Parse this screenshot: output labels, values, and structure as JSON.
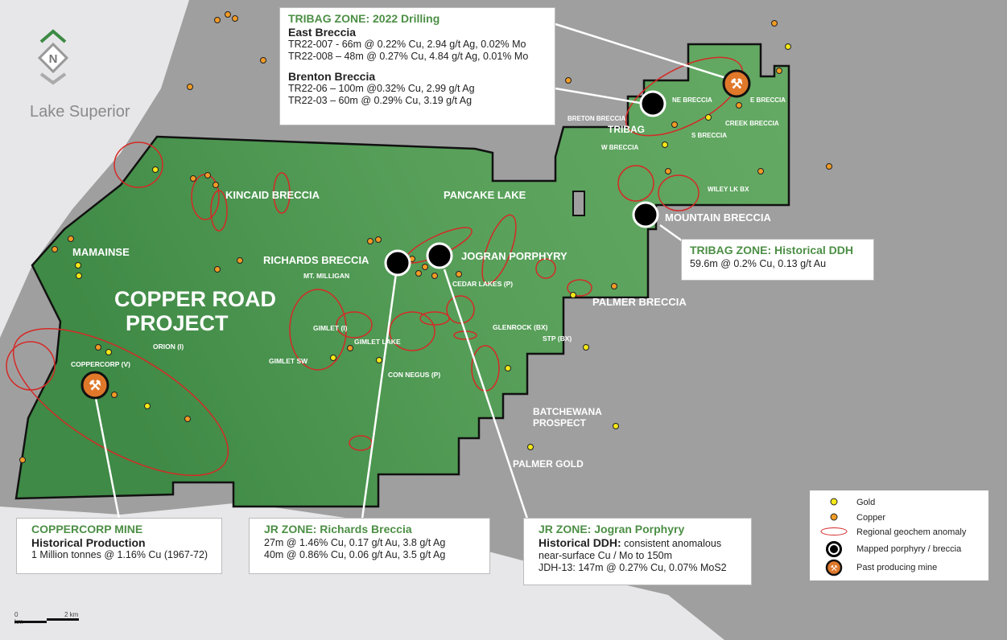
{
  "water_label": "Lake Superior",
  "north_label": "N",
  "project_title": [
    "COPPER ROAD",
    "PROJECT"
  ],
  "map_labels": {
    "kincaid": "KINCAID BRECCIA",
    "pancake": "PANCAKE LAKE",
    "mamainse": "MAMAINSE",
    "richards": "RICHARDS BRECCIA",
    "milligan": "MT. MILLIGAN",
    "jogran": "JOGRAN PORPHYRY",
    "cedar": "CEDAR LAKES (P)",
    "mountain": "MOUNTAIN BRECCIA",
    "palmer_b": "PALMER BRECCIA",
    "orion": "ORION (I)",
    "gimlet_i": "GIMLET (I)",
    "gimlet_sw": "GIMLET SW",
    "gimlet_lake": "GIMLET LAKE",
    "glenrock": "GLENROCK (BX)",
    "stp": "STP (BX)",
    "con_negus": "CON NEGUS (P)",
    "coppercorp": "COPPERCORP (V)",
    "batchewana": "BATCHEWANA",
    "prospect": "PROSPECT",
    "palmer_gold": "PALMER GOLD",
    "ne_breccia": "NE BRECCIA",
    "e_breccia": "E BRECCIA",
    "breton": "BRETON BRECCIA",
    "tribag": "TRIBAG",
    "creek": "CREEK BRECCIA",
    "s_breccia": "S BRECCIA",
    "w_breccia": "W BRECCIA",
    "wiley": "WILEY LK BX"
  },
  "callouts": {
    "tribag2022": {
      "title": "TRIBAG ZONE: 2022 Drilling",
      "h1": "East Breccia",
      "l1": "TR22-007 - 66m @ 0.22% Cu, 2.94 g/t Ag, 0.02% Mo",
      "l2": "TR22-008 – 48m @ 0.27% Cu, 4.84 g/t Ag, 0.01% Mo",
      "h2": "Brenton Breccia",
      "l3": "TR22-06 – 100m @0.32% Cu, 2.99 g/t Ag",
      "l4": "TR22-03 – 60m @ 0.29% Cu, 3.19 g/t Ag"
    },
    "tribag_hist": {
      "title": "TRIBAG ZONE: Historical DDH",
      "l1": "59.6m @ 0.2% Cu, 0.13 g/t Au"
    },
    "coppercorp": {
      "title": "COPPERCORP MINE",
      "h1": "Historical Production",
      "l1": "1 Million tonnes @ 1.16% Cu (1967-72)"
    },
    "richards": {
      "title": "JR ZONE: Richards Breccia",
      "l1": "27m @ 1.46% Cu, 0.17 g/t Au, 3.8 g/t Ag",
      "l2": "40m @ 0.86% Cu, 0.06 g/t Au, 3.5 g/t Ag"
    },
    "jogran": {
      "title": "JR ZONE: Jogran Porphyry",
      "h1": "Historical DDH:",
      "l1a": " consistent anomalous",
      "l1b": "near-surface Cu / Mo to 150m",
      "l2": "JDH-13: 147m @ 0.27% Cu, 0.07% MoS2"
    }
  },
  "legend": {
    "gold": "Gold",
    "copper": "Copper",
    "anomaly": "Regional geochem anomaly",
    "porphyry": "Mapped porphyry / breccia",
    "mine": "Past producing mine"
  },
  "scale": {
    "zero": "0 km",
    "two": "2 km"
  },
  "colors": {
    "gold": "#f5e818",
    "copper": "#f29b25",
    "property": "#5fa45f",
    "anomaly": "#d42a26",
    "mine": "#e0782a"
  }
}
